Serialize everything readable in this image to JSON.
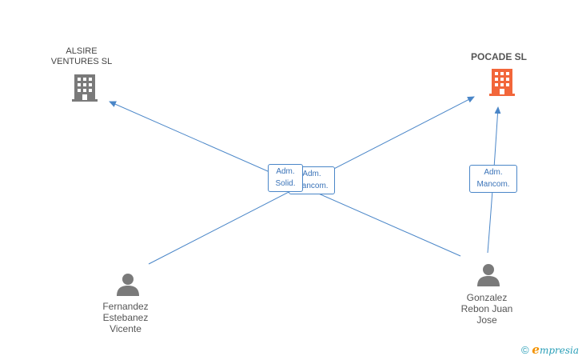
{
  "companies": [
    {
      "id": "alsire",
      "label_line1": "ALSIRE",
      "label_line2": "VENTURES SL",
      "color": "#7a7a7a"
    },
    {
      "id": "pocade",
      "label_line1": "POCADE SL",
      "label_line2": "",
      "color": "#f2663a"
    }
  ],
  "people": [
    {
      "id": "fernandez",
      "lines": [
        "Fernandez",
        "Estebanez",
        "Vicente"
      ],
      "color": "#7a7a7a"
    },
    {
      "id": "gonzalez",
      "lines": [
        "Gonzalez",
        "Rebon Juan",
        "Jose"
      ],
      "color": "#7a7a7a"
    }
  ],
  "roles": [
    {
      "id": "adm-mancom-center",
      "line1": "Adm.",
      "line2": "Mancom."
    },
    {
      "id": "adm-solid-center",
      "line1": "Adm.",
      "line2": "Solid."
    },
    {
      "id": "adm-mancom-right",
      "line1": "Adm.",
      "line2": "Mancom."
    }
  ],
  "edge_color": "#4a86c8",
  "footer": {
    "copyright": "©",
    "brand_initial": "e",
    "brand_rest": "mpresia"
  }
}
